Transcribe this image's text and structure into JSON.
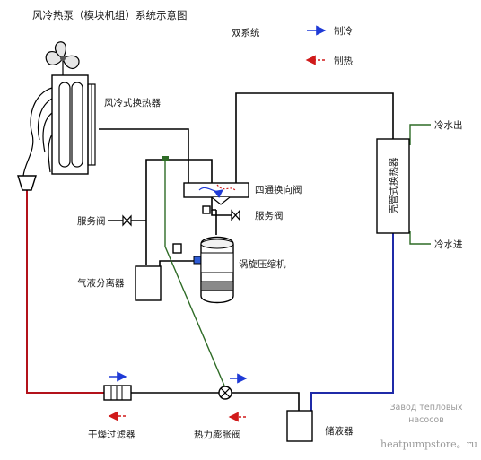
{
  "title": "风冷热泵（模块机组）系统示意图",
  "legend": {
    "system": "双系统",
    "cooling": "制冷",
    "heating": "制热",
    "colors": {
      "cooling": "#1f3ad6",
      "heating": "#d01a1a"
    }
  },
  "components": {
    "air_cooled_hx": "风冷式换热器",
    "four_way_valve": "四通换向阀",
    "service_valve_left": "服务阀",
    "service_valve_right": "服务阀",
    "gas_liquid_separator": "气液分离器",
    "scroll_compressor": "涡旋压缩机",
    "shell_tube_hx": "壳管式换热器",
    "chilled_water_out": "冷水出",
    "chilled_water_in": "冷水进",
    "dryer_filter": "干燥过滤器",
    "thermal_expansion_valve": "热力膨胀阀",
    "strainer": "储液器"
  },
  "watermark": {
    "line1": "Завод тепловых",
    "line2": "насосов",
    "site": "heatpumpstore。ru"
  }
}
